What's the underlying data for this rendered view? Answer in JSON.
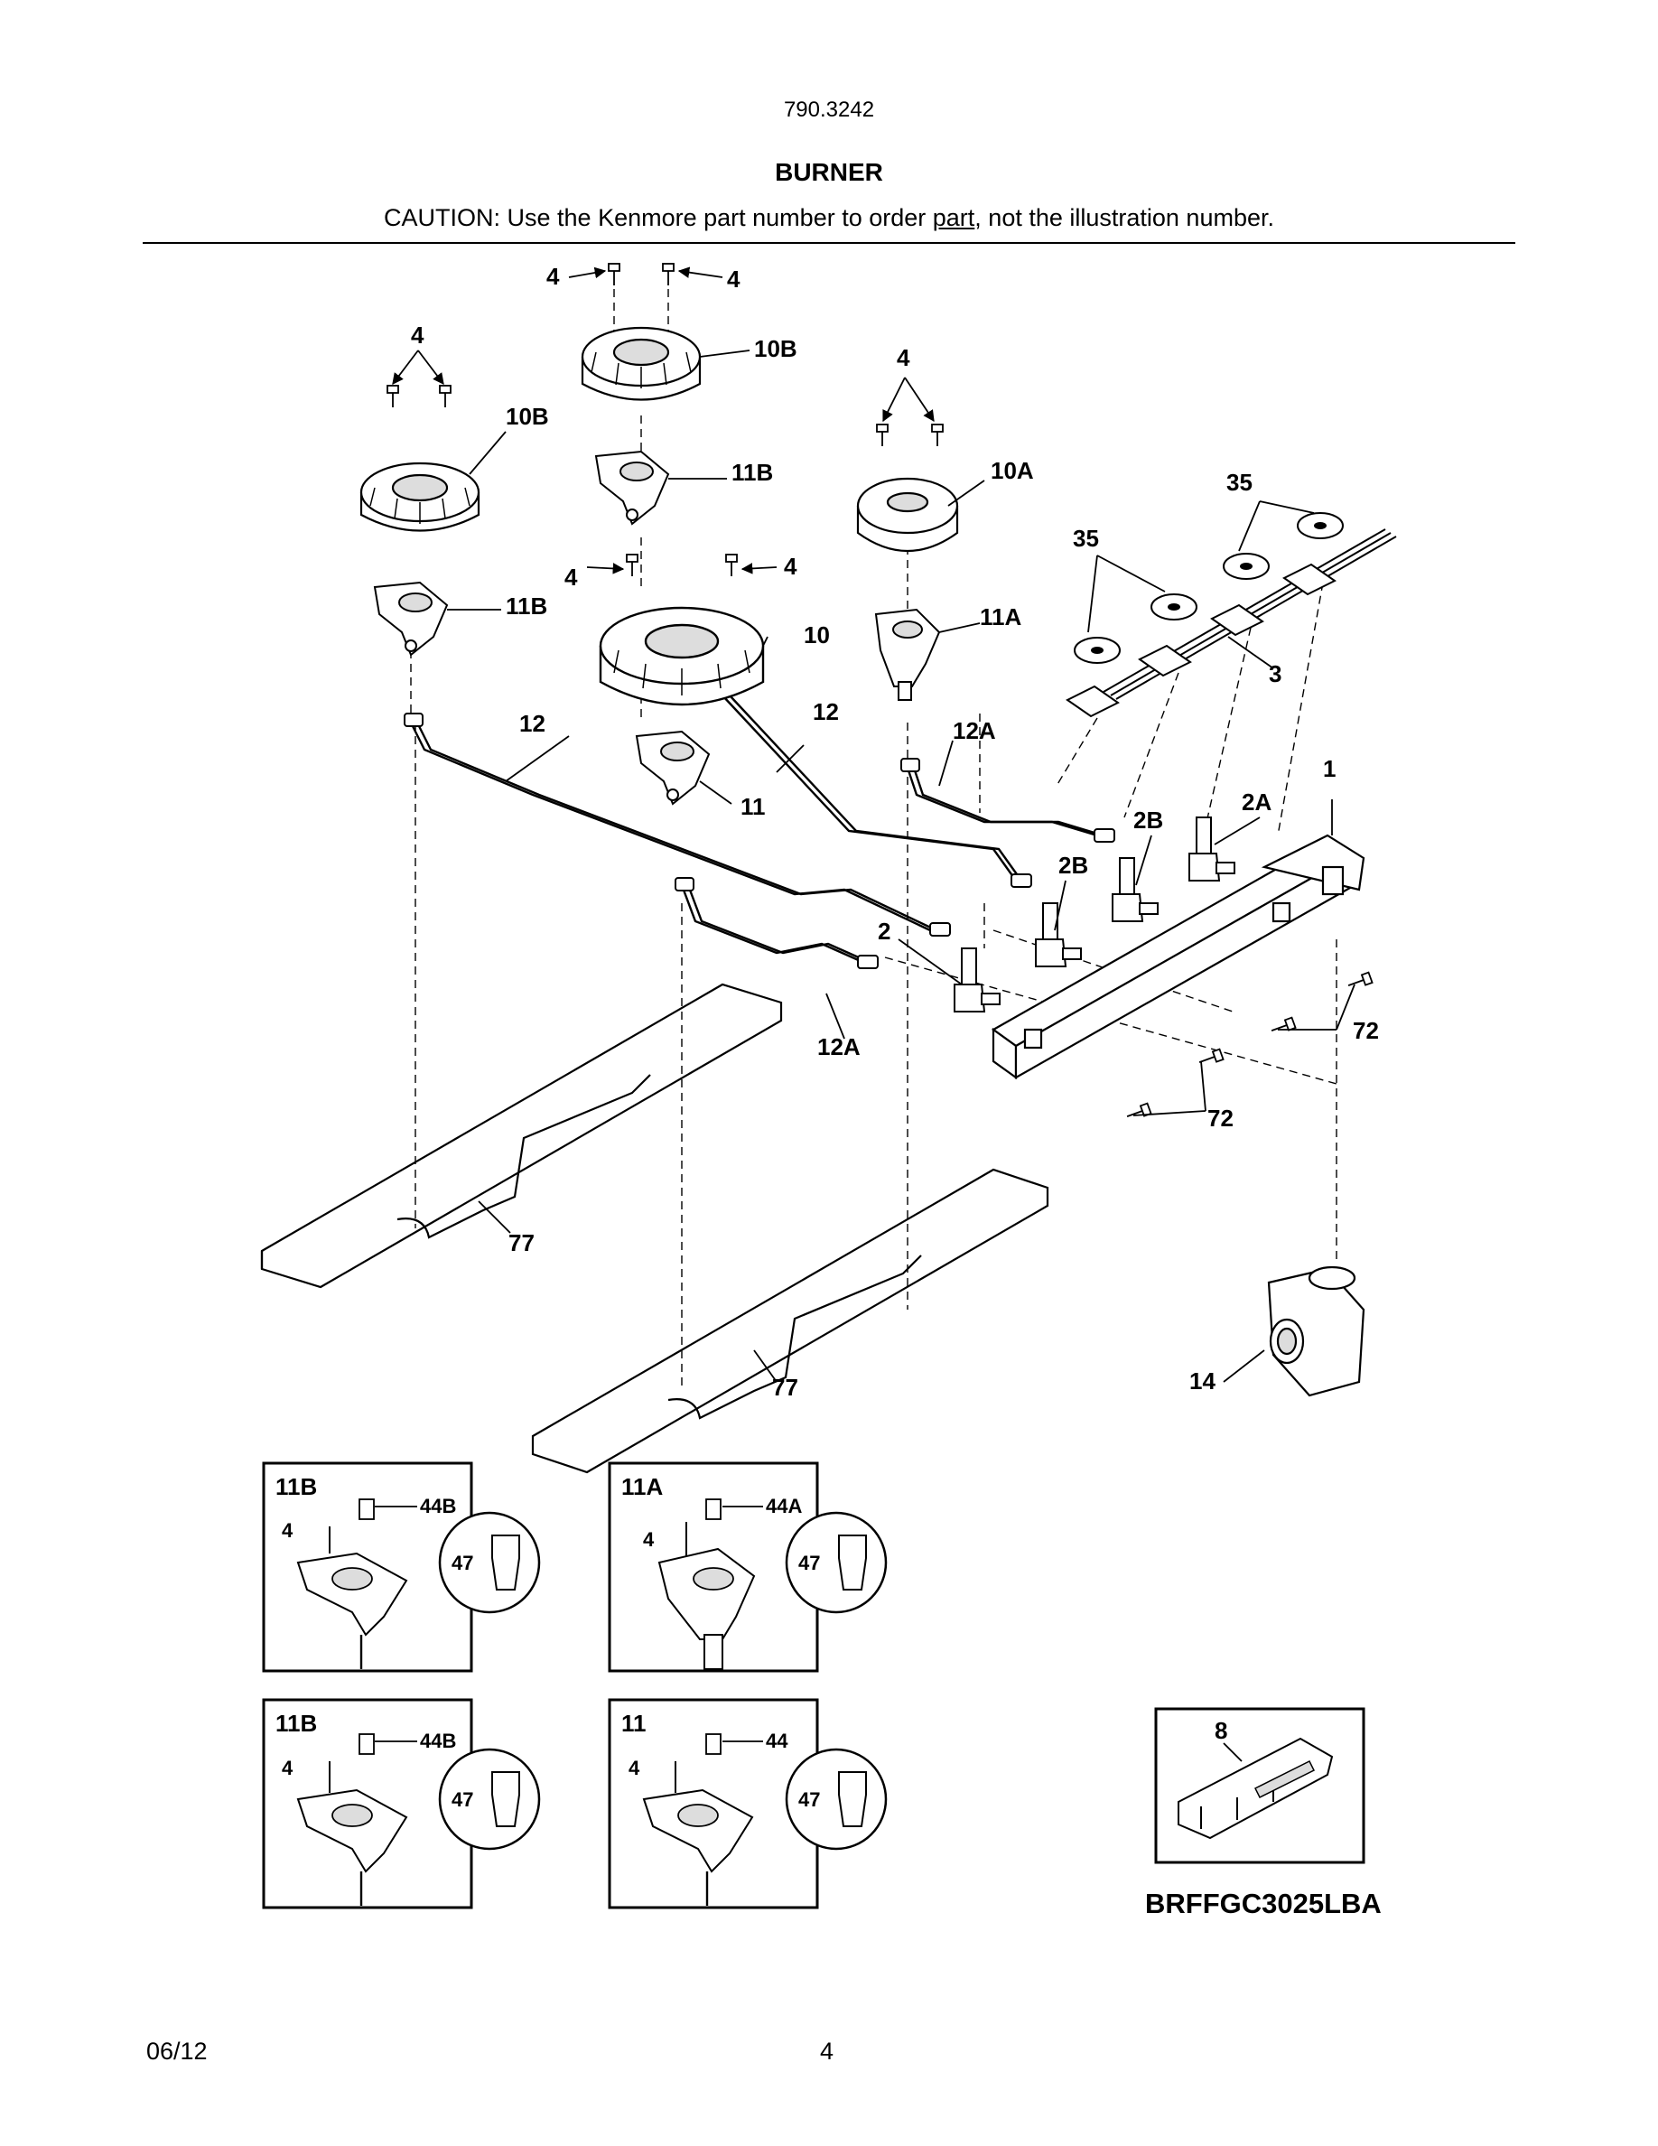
{
  "header": {
    "model": "790.3242",
    "title": "BURNER",
    "caution_before": "CAUTION: Use the Kenmore part number to order ",
    "caution_underlined": "part",
    "caution_after": ", not the illustration number."
  },
  "callouts": {
    "c1": "1",
    "c2": "2",
    "c2A": "2A",
    "c2B": "2B",
    "c3": "3",
    "c4": "4",
    "c10": "10",
    "c10A": "10A",
    "c10B": "10B",
    "c11": "11",
    "c11A": "11A",
    "c11B": "11B",
    "c12": "12",
    "c12A": "12A",
    "c14": "14",
    "c35": "35",
    "c72": "72",
    "c77": "77"
  },
  "insets": {
    "i1": {
      "title": "11B",
      "screw": "4",
      "orifice": "44B",
      "detail": "47"
    },
    "i2": {
      "title": "11A",
      "screw": "4",
      "orifice": "44A",
      "detail": "47"
    },
    "i3": {
      "title": "11B",
      "screw": "4",
      "orifice": "44B",
      "detail": "47"
    },
    "i4": {
      "title": "11",
      "screw": "4",
      "orifice": "44",
      "detail": "47"
    },
    "i5": {
      "title": "8"
    }
  },
  "footer": {
    "model_number": "BRFFGC3025LBA",
    "date": "06/12",
    "page": "4"
  }
}
